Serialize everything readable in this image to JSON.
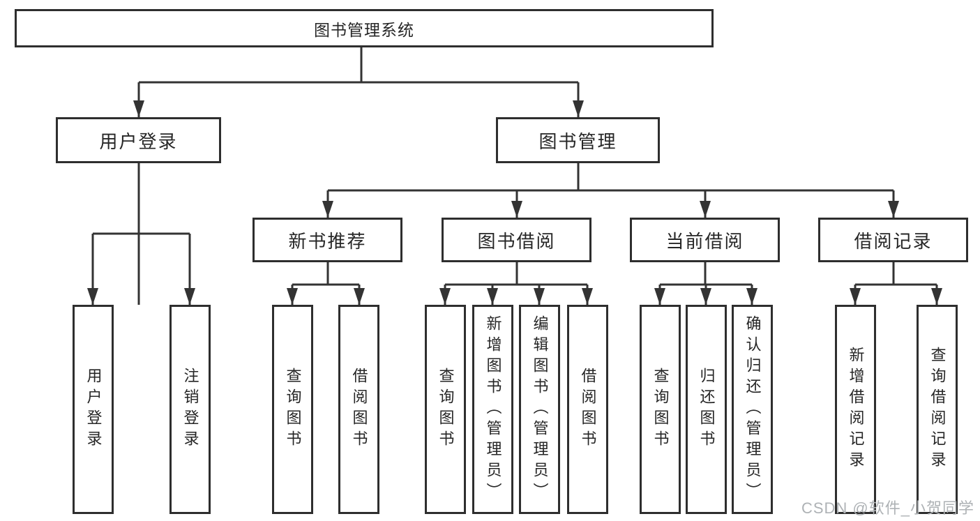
{
  "colors": {
    "line": "#333333",
    "border": "#2e2e2e",
    "text": "#262626",
    "background": "#ffffff",
    "watermark": "#aeb2b5"
  },
  "watermark": {
    "text": "CSDN @软件_小贺同学"
  },
  "tree": {
    "label": "图书管理系统",
    "children": [
      {
        "label": "用户登录",
        "children": [
          {
            "label": "用户登录"
          },
          {
            "label": "注销登录"
          }
        ]
      },
      {
        "label": "图书管理",
        "children": [
          {
            "label": "新书推荐",
            "children": [
              {
                "label": "查询图书"
              },
              {
                "label": "借阅图书"
              }
            ]
          },
          {
            "label": "图书借阅",
            "children": [
              {
                "label": "查询图书"
              },
              {
                "label": "新增图书（管理员）"
              },
              {
                "label": "编辑图书（管理员）"
              },
              {
                "label": "借阅图书"
              }
            ]
          },
          {
            "label": "当前借阅",
            "children": [
              {
                "label": "查询图书"
              },
              {
                "label": "归还图书"
              },
              {
                "label": "确认归还（管理员）"
              }
            ]
          },
          {
            "label": "借阅记录",
            "children": [
              {
                "label": "新增借阅记录"
              },
              {
                "label": "查询借阅记录"
              }
            ]
          }
        ]
      }
    ]
  }
}
